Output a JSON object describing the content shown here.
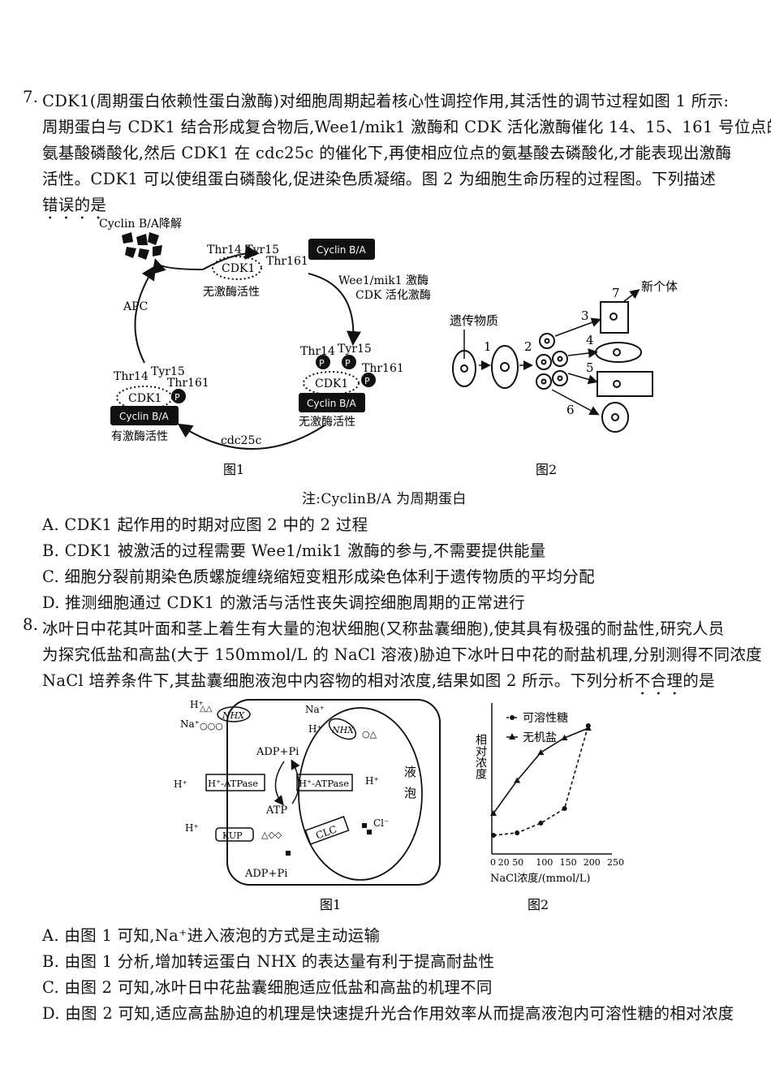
{
  "q7": {
    "number": "7.",
    "lines": [
      "CDK1(周期蛋白依赖性蛋白激酶)对细胞周期起着核心性调控作用,其活性的调节过程如图 1 所示:",
      "周期蛋白与 CDK1 结合形成复合物后,Wee1/mik1 激酶和 CDK 活化激酶催化 14、15、161 号位点的",
      "氨基酸磷酸化,然后 CDK1 在 cdc25c 的催化下,再使相应位点的氨基酸去磷酸化,才能表现出激酶",
      "活性。CDK1 可以使组蛋白磷酸化,促进染色质凝缩。图 2 为细胞生命历程的过程图。下列描述"
    ],
    "last_line": "错误的是",
    "fig1": {
      "degrade": "Cyclin B/A降解",
      "apc": "APC",
      "thr14_tyr15": "Thr14 Tyr15",
      "thr14": "Thr14",
      "tyr15": "Tyr15",
      "thr161": "Thr161",
      "cdk1": "CDK1",
      "cyclin": "Cyclin B/A",
      "p": "P",
      "inactive": "无激酶活性",
      "active": "有激酶活性",
      "kinase1": "Wee1/mik1 激酶",
      "kinase2": "CDK 活化激酶",
      "cdc25c": "cdc25c",
      "caption": "图1"
    },
    "fig2": {
      "material": "遗传物质",
      "new_individual": "新个体",
      "n1": "1",
      "n2": "2",
      "n3": "3",
      "n4": "4",
      "n5": "5",
      "n6": "6",
      "n7": "7",
      "caption": "图2"
    },
    "note": "注:CyclinB/A 为周期蛋白",
    "options": [
      "A. CDK1 起作用的时期对应图 2 中的 2 过程",
      "B. CDK1 被激活的过程需要 Wee1/mik1 激酶的参与,不需要提供能量",
      "C. 细胞分裂前期染色质螺旋缠绕缩短变粗形成染色体利于遗传物质的平均分配",
      "D. 推测细胞通过 CDK1 的激活与活性丧失调控细胞周期的正常进行"
    ]
  },
  "q8": {
    "number": "8.",
    "lines": [
      "冰叶日中花其叶面和茎上着生有大量的泡状细胞(又称盐囊细胞),使其具有极强的耐盐性,研究人员",
      "为探究低盐和高盐(大于 150mmol/L 的 NaCl 溶液)胁迫下冰叶日中花的耐盐机理,分别测得不同浓度"
    ],
    "line3_pre": "NaCl 培养条件下,其盐囊细胞液泡中内容物的相对浓度,结果如图 2 所示。下列分析",
    "line3_emph": "不合理",
    "line3_post": "的是",
    "fig1": {
      "h": "H⁺",
      "na": "Na⁺",
      "nhx": "NHX",
      "adp_pi": "ADP+Pi",
      "atp": "ATP",
      "atpase": "H⁺-ATPase",
      "kup": "KUP",
      "clc": "CLC",
      "cl": "Cl⁻",
      "vacuole1": "液",
      "vacuole2": "泡",
      "caption": "图1"
    },
    "fig2_caption": "图2",
    "options": [
      "A. 由图 1 可知,Na⁺进入液泡的方式是主动运输",
      "B. 由图 1 分析,增加转运蛋白 NHX 的表达量有利于提高耐盐性",
      "C. 由图 2 可知,冰叶日中花盐囊细胞适应低盐和高盐的机理不同",
      "D. 由图 2 可知,适应高盐胁迫的机理是快速提升光合作用效率从而提高液泡内可溶性糖的相对浓度"
    ]
  },
  "chart_data": {
    "type": "line",
    "title": "",
    "xlabel": "NaCl浓度/(mmol/L)",
    "ylabel": "相对浓度",
    "x_ticks": [
      "0",
      "20",
      "50",
      "100",
      "150",
      "200",
      "250"
    ],
    "x": [
      0,
      50,
      100,
      150,
      200
    ],
    "series": [
      {
        "name": "可溶性糖",
        "style": "dashed",
        "marker": "circle",
        "values": [
          0.1,
          0.12,
          0.2,
          0.32,
          1.0
        ]
      },
      {
        "name": "无机盐",
        "style": "solid",
        "marker": "triangle",
        "values": [
          0.28,
          0.55,
          0.78,
          0.9,
          0.98
        ]
      }
    ],
    "legend_position": "top-right"
  }
}
